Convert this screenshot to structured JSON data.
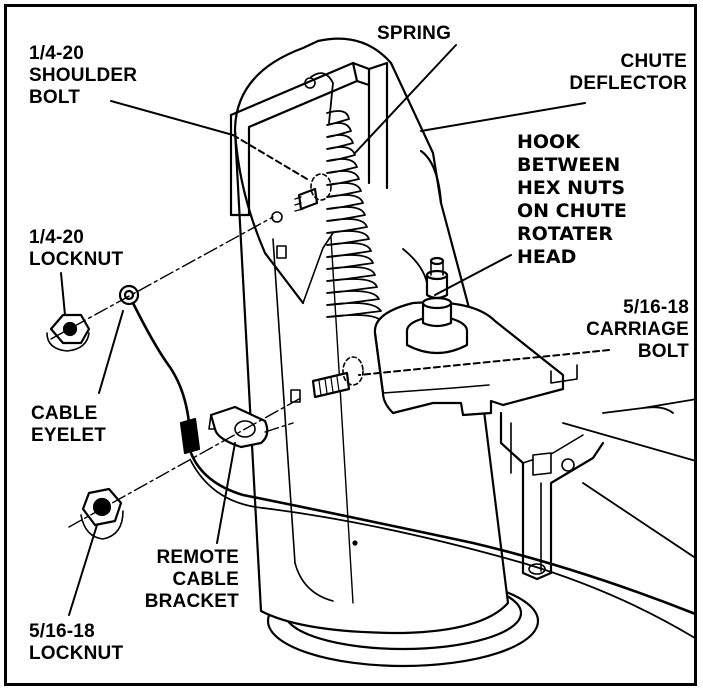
{
  "labels": {
    "spring": "SPRING",
    "shoulder_bolt": "1/4-20\nSHOULDER\nBOLT",
    "chute_deflector": "CHUTE\nDEFLECTOR",
    "hook_note": "HOOK\nBETWEEN\nHEX NUTS\nON CHUTE\nROTATER\nHEAD",
    "locknut_14": "1/4-20\nLOCKNUT",
    "carriage_bolt": "5/16-18\nCARRIAGE\nBOLT",
    "cable_eyelet": "CABLE\nEYELET",
    "remote_cable_bracket": "REMOTE\nCABLE\nBRACKET",
    "locknut_516": "5/16-18\nLOCKNUT"
  },
  "colors": {
    "ink": "#000000",
    "paper": "#ffffff",
    "shade": "#cfcfcf"
  }
}
